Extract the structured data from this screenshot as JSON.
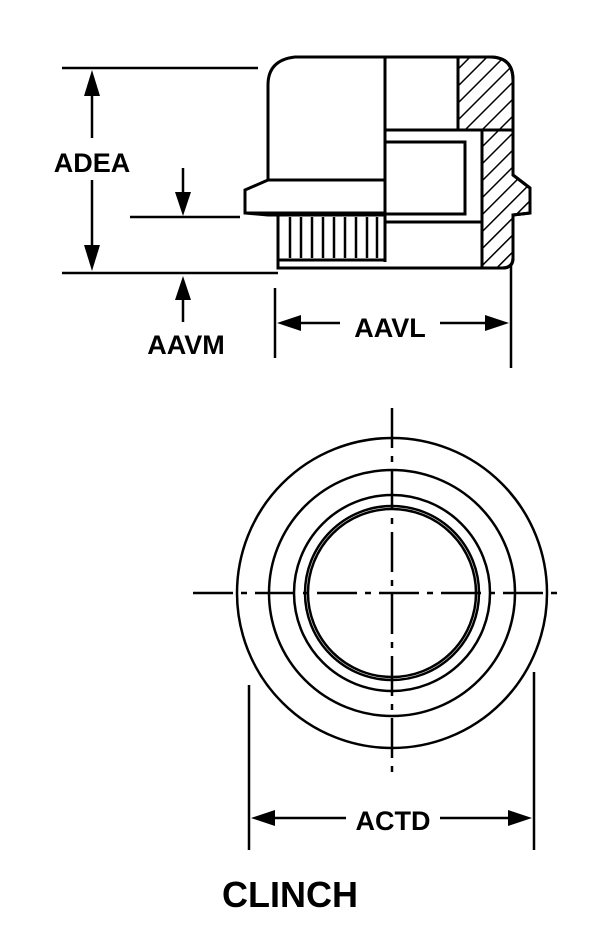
{
  "labels": {
    "adea": "ADEA",
    "aavm": "AAVM",
    "aavl": "AAVL",
    "actd": "ACTD",
    "title": "CLINCH"
  }
}
